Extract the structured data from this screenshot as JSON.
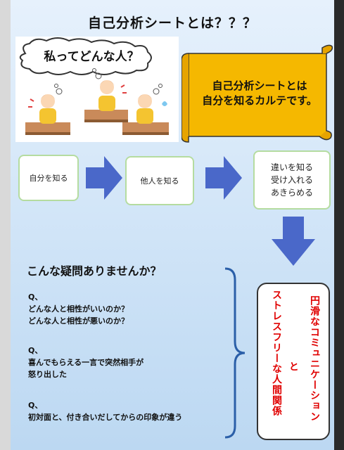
{
  "title": "自己分析シートとは？？？",
  "illustration": {
    "speech_bubble": "私ってどんな人？"
  },
  "scroll": {
    "line1": "自己分析シートとは",
    "line2": "自分を知るカルテです。"
  },
  "flow": {
    "step1": "自分を知る",
    "step2": "他人を知る",
    "step3_lines": [
      "違いを知る",
      "受け入れる",
      "あきらめる"
    ]
  },
  "questions": {
    "heading": "こんな疑問ありませんか？",
    "items": [
      {
        "label": "Q、",
        "lines": [
          "どんな人と相性がいいのか？",
          "どんな人と相性が悪いのか？"
        ]
      },
      {
        "label": "Q、",
        "lines": [
          "喜んでもらえる一言で突然相手が",
          "怒り出した"
        ]
      },
      {
        "label": "Q、",
        "lines": [
          "初対面と、付き合いだしてからの印象が違う"
        ]
      }
    ]
  },
  "callout": {
    "column1": "円滑なコミュニケーション",
    "connector": "と",
    "column2": "ストレスフリーな人間関係"
  },
  "colors": {
    "arrow": "#4a68c9",
    "scroll": "#f5b800",
    "step_border": "#b5dca0",
    "callout_text": "#e00000",
    "bracket": "#2b5fa8"
  }
}
